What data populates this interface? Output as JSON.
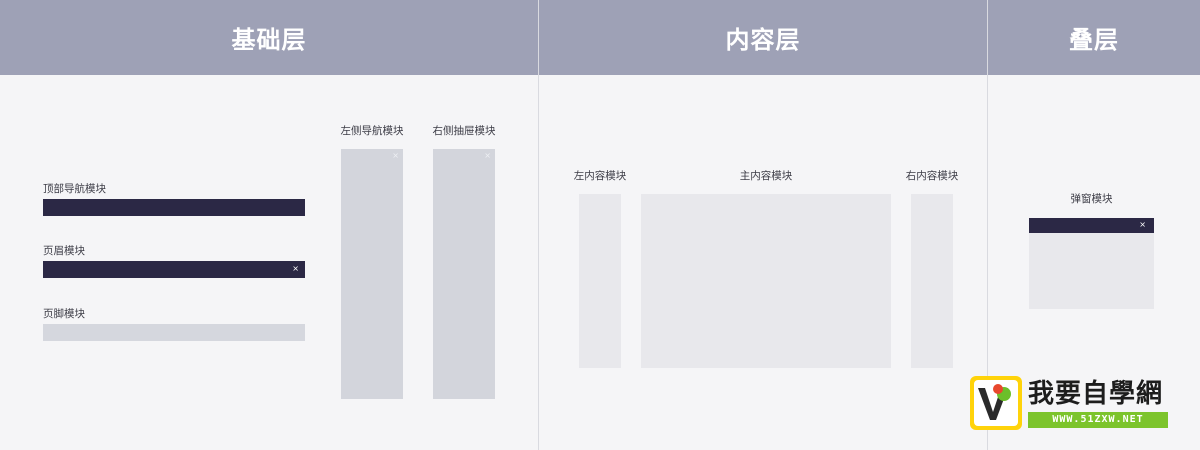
{
  "sections": {
    "base": {
      "title": "基础层"
    },
    "content": {
      "title": "内容层"
    },
    "overlay": {
      "title": "叠层"
    }
  },
  "base_layer": {
    "top_nav_label": "顶部导航模块",
    "header_label": "页眉模块",
    "footer_label": "页脚模块",
    "left_nav_label": "左侧导航模块",
    "right_drawer_label": "右侧抽屉模块",
    "close_symbol": "×"
  },
  "content_layer": {
    "left_label": "左内容模块",
    "main_label": "主内容模块",
    "right_label": "右内容模块"
  },
  "overlay_layer": {
    "popup_label": "弹窗模块",
    "close_symbol": "×"
  },
  "watermark": {
    "text": "我要自學網",
    "url": "WWW.51ZXW.NET"
  },
  "colors": {
    "header": "#9ea1b6",
    "dark_bar": "#2b2845",
    "light_bar": "#d5d7de",
    "background": "#f5f5f7"
  }
}
